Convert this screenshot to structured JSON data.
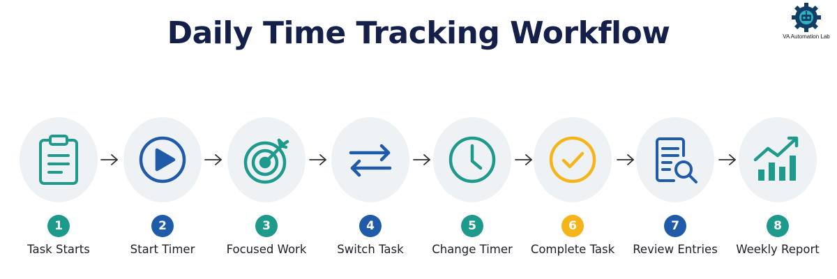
{
  "title": "Daily Time Tracking Workflow",
  "logo": {
    "text": "VA Automation Lab",
    "icon": "robot-gear-logo"
  },
  "colors": {
    "title": "#14204a",
    "teal": "#1e9a8d",
    "blue": "#1f5ba8",
    "yellow": "#f4b41a",
    "circle_bg": "#eff2f5",
    "arrow": "#2a2a2a"
  },
  "steps": [
    {
      "number": "1",
      "label": "Task Starts",
      "icon": "clipboard-icon",
      "color": "teal"
    },
    {
      "number": "2",
      "label": "Start Timer",
      "icon": "play-icon",
      "color": "blue"
    },
    {
      "number": "3",
      "label": "Focused Work",
      "icon": "target-icon",
      "color": "teal"
    },
    {
      "number": "4",
      "label": "Switch Task",
      "icon": "switch-arrows-icon",
      "color": "blue"
    },
    {
      "number": "5",
      "label": "Change Timer",
      "icon": "clock-icon",
      "color": "teal"
    },
    {
      "number": "6",
      "label": "Complete Task",
      "icon": "check-circle-icon",
      "color": "yellow"
    },
    {
      "number": "7",
      "label": "Review Entries",
      "icon": "document-search-icon",
      "color": "blue"
    },
    {
      "number": "8",
      "label": "Weekly Report",
      "icon": "growth-chart-icon",
      "color": "teal"
    }
  ]
}
